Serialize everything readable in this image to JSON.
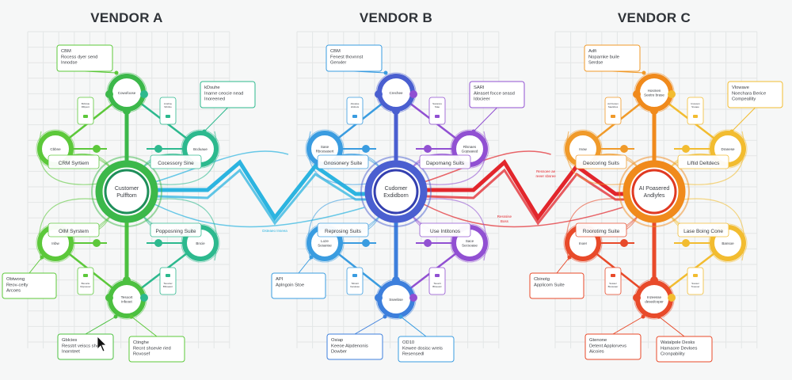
{
  "vendors": [
    {
      "title": "VENDOR A",
      "colors": {
        "left": "#5cc83a",
        "right": "#2db98e",
        "hub": "#3cb84a",
        "down": "#4cc040",
        "dark": "#1f8f5a"
      },
      "hub": [
        "Customer",
        "Pulfftom"
      ],
      "top_node": [
        "Cowofoose"
      ],
      "bottom_node": [
        "Tesoort",
        "infeoet"
      ],
      "side_nodes": [
        [
          "Cbbne"
        ],
        [
          "Bcduaue"
        ],
        [
          "Inbw"
        ],
        [
          "Bncie"
        ]
      ],
      "pills": [
        "CRM Syrtiem",
        "Cocessory Sine",
        "OIM Syrstem",
        "Popposning Suite"
      ],
      "cards": [
        [
          "Bcltcsie",
          "Rlbpenr"
        ],
        [
          "Ansbne",
          "Stbnbe"
        ],
        [
          "Bsoucie",
          "Rppoeoer"
        ],
        [
          "Tsoucier",
          "Bbtseacc"
        ]
      ],
      "callouts": {
        "top": [
          "CBM",
          "Rocess dyer send",
          "Innodse"
        ],
        "right": [
          "kDsuhe",
          "Inarne ceocie nead",
          "Inoreened"
        ],
        "left": [
          "Obtwong",
          "Reov-celty",
          "Arcoes"
        ],
        "bottom_left": [
          "Gblcies",
          "Resstrt veiscs sho",
          "Inornteet"
        ],
        "bottom_right": [
          "Ctinghe",
          "Recnt shsevie ried",
          "Rovosef"
        ]
      }
    },
    {
      "title": "VENDOR B",
      "colors": {
        "left": "#3a9ce0",
        "right": "#9150d2",
        "hub": "#4a5fd0",
        "down": "#3d7fdc",
        "dark": "#3440b0"
      },
      "hub": [
        "Cudomer",
        "Exdidborn"
      ],
      "top_node": [
        "Crechee"
      ],
      "bottom_node": [
        "Sseebse"
      ],
      "side_nodes": [
        [
          "Sase",
          "Rbcesasert"
        ],
        [
          "Rlsnaes",
          "Gopsaeed"
        ],
        [
          "Loze",
          "Sesanse"
        ],
        [
          "Sace",
          "Secsoase"
        ]
      ],
      "pills": [
        "Gnosonery Suite",
        "Dapomang Suits",
        "Reprosing Suits",
        "Use Intitonos"
      ],
      "cards": [
        [
          "Aboaise",
          "sbsbets"
        ],
        [
          "Sacanos",
          "Stae"
        ],
        [
          "Tsbusit",
          "Inesasee"
        ],
        [
          "Tsoucit",
          "Bbseacc"
        ]
      ],
      "callouts": {
        "top": [
          "CBM",
          "Fenest thovnnst",
          "Genxler"
        ],
        "right": [
          "SARI",
          "Aleaset focce seasd",
          "Idocieer"
        ],
        "left": [
          "API",
          "Aplngoin Stoe"
        ],
        "bottom_left": [
          "Osiap",
          "Keeoe Alpdenonis",
          "Dowber"
        ],
        "bottom_right": [
          "OD10",
          "Kewee dosisc wreis",
          "Resensedl"
        ]
      }
    },
    {
      "title": "VENDOR C",
      "colors": {
        "left": "#f09a2a",
        "right": "#f2bc30",
        "hub": "#f08a1c",
        "down": "#e84a2a",
        "dark": "#e03a22"
      },
      "hub": [
        "AI Poasered",
        "Andlyfes"
      ],
      "top_node": [
        "Hosmen",
        "Seetre brase"
      ],
      "bottom_node": [
        "Inzeesse",
        "desedcoper"
      ],
      "side_nodes": [
        [
          "Inow"
        ],
        [
          "Dranese"
        ],
        [
          "Inoer"
        ],
        [
          "Bansoe"
        ]
      ],
      "pills": [
        "Deocoring Suits",
        "Liftid Deltdecs",
        "Roorotimg Suite",
        "Lase Boing Cone"
      ],
      "cards": [
        [
          "Ad Fusten",
          "Saetsbes"
        ],
        [
          "Usceson",
          "Sreaee"
        ],
        [
          "Susaer",
          "Bussoaer"
        ],
        [
          "Sueser",
          "Toueoer"
        ]
      ],
      "callouts": {
        "top": [
          "Adfi",
          "Noparnke buile",
          "Serdse"
        ],
        "right": [
          "Vlowave",
          "Noechara Berice",
          "Compeallity"
        ],
        "left": [
          "Cbinotg",
          "Applicom Suite"
        ],
        "bottom_left": [
          "Gtenone",
          "Detent Applorvevs",
          "Aicoies"
        ],
        "bottom_right": [
          "Watalpole Desks",
          "Hamaore Devloes",
          "Cronpability"
        ]
      }
    }
  ],
  "links": [
    {
      "color": "#2cb4e0",
      "labels": [
        "Dsteaeo Inseea"
      ]
    },
    {
      "color": "#e2262c",
      "labels": [
        "Ressoee ae",
        "reeer sbsree",
        "Resssise",
        "Boss"
      ]
    }
  ]
}
